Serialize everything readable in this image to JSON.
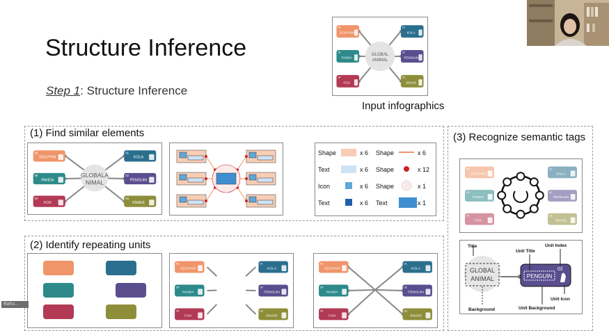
{
  "slide": {
    "title": "Structure Inference",
    "step_label": "Step 1",
    "step_text": ":  Structure Inference",
    "input_caption": "Input infographics"
  },
  "infographic": {
    "center": "GLOBAL ANIMAL",
    "center_alt": "GLOBALA NIMAL",
    "center_lines": [
      "GLOBAL",
      "ANIMAL"
    ],
    "center_lines_alt": [
      "GLOBALA",
      "NIMAL"
    ],
    "units": [
      {
        "num": "06",
        "name": "DOLPHIN",
        "color": "#f0956a"
      },
      {
        "num": "05",
        "name": "PANDA",
        "color": "#2e8a8a"
      },
      {
        "num": "04",
        "name": "FOX",
        "color": "#b23a55"
      },
      {
        "num": "01",
        "name": "KOLA",
        "color": "#2b6f8e"
      },
      {
        "num": "02",
        "name": "PENGUIN",
        "color": "#5a4e8f"
      },
      {
        "num": "03",
        "name": "SNAKE",
        "color": "#8e8e3a"
      }
    ]
  },
  "section1": {
    "title": "(1)  Find similar elements",
    "legend": [
      {
        "label": "Shape",
        "count": "x 6",
        "swatch": "rect",
        "color": "#f7cdb5"
      },
      {
        "label": "Shape",
        "count": "x 6",
        "swatch": "line",
        "color": "#f0956a"
      },
      {
        "label": "Text",
        "count": "x 6",
        "swatch": "rect",
        "color": "#cfe2f3"
      },
      {
        "label": "Shape",
        "count": "x 12",
        "swatch": "dot",
        "color": "#cc2222"
      },
      {
        "label": "Icon",
        "count": "x 6",
        "swatch": "square",
        "color": "#5fa8d9"
      },
      {
        "label": "Shape",
        "count": "x 1",
        "swatch": "circle",
        "color": "#fbeaea"
      },
      {
        "label": "Text",
        "count": "x 6",
        "swatch": "square",
        "color": "#1f5fa8"
      },
      {
        "label": "Text",
        "count": "x 1",
        "swatch": "bigrect",
        "color": "#3f8fd0"
      }
    ]
  },
  "section2": {
    "title": "(2)  Identify repeating units"
  },
  "section3": {
    "title": "(3)  Recognize semantic tags",
    "tags": {
      "title": "Title",
      "unit_title": "Unit Title",
      "unit_index": "Unit Index",
      "unit_icon": "Unit Icon",
      "background": "Background",
      "unit_background": "Unit Background",
      "center_lines": [
        "GLOBAL",
        "ANIMAL"
      ],
      "unit_name": "PENGUIN",
      "unit_num": "02"
    }
  },
  "video": {
    "badge": "Bahu..."
  }
}
